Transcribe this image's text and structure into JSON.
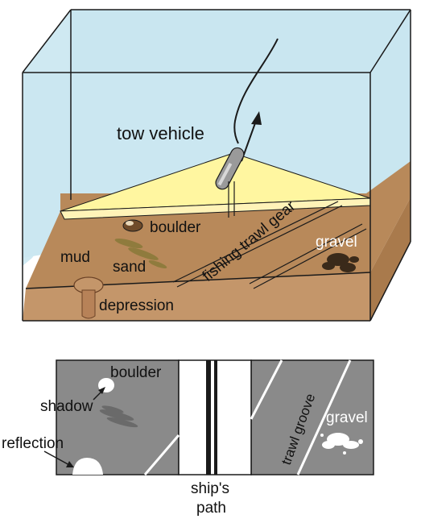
{
  "top_panel": {
    "labels": {
      "tow_vehicle": "tow vehicle",
      "boulder": "boulder",
      "mud": "mud",
      "sand": "sand",
      "fishing_trawl_gear": "fishing trawl gear",
      "gravel": "gravel",
      "depression": "depression"
    },
    "colors": {
      "water": "#c9e6f0",
      "seafloor_top": "#b8895a",
      "seafloor_front": "#c4966a",
      "sonar_beam": "#fff6a0",
      "outline": "#1a1a1a"
    }
  },
  "bottom_panel": {
    "labels": {
      "boulder": "boulder",
      "shadow": "shadow",
      "reflection": "reflection",
      "trawl_groove": "trawl groove",
      "gravel": "gravel",
      "ships_path_line1": "ship's",
      "ships_path_line2": "path"
    },
    "colors": {
      "sonar_image": "#8a8a8a",
      "highlight": "#ffffff",
      "track_line": "#1a1a1a"
    }
  }
}
